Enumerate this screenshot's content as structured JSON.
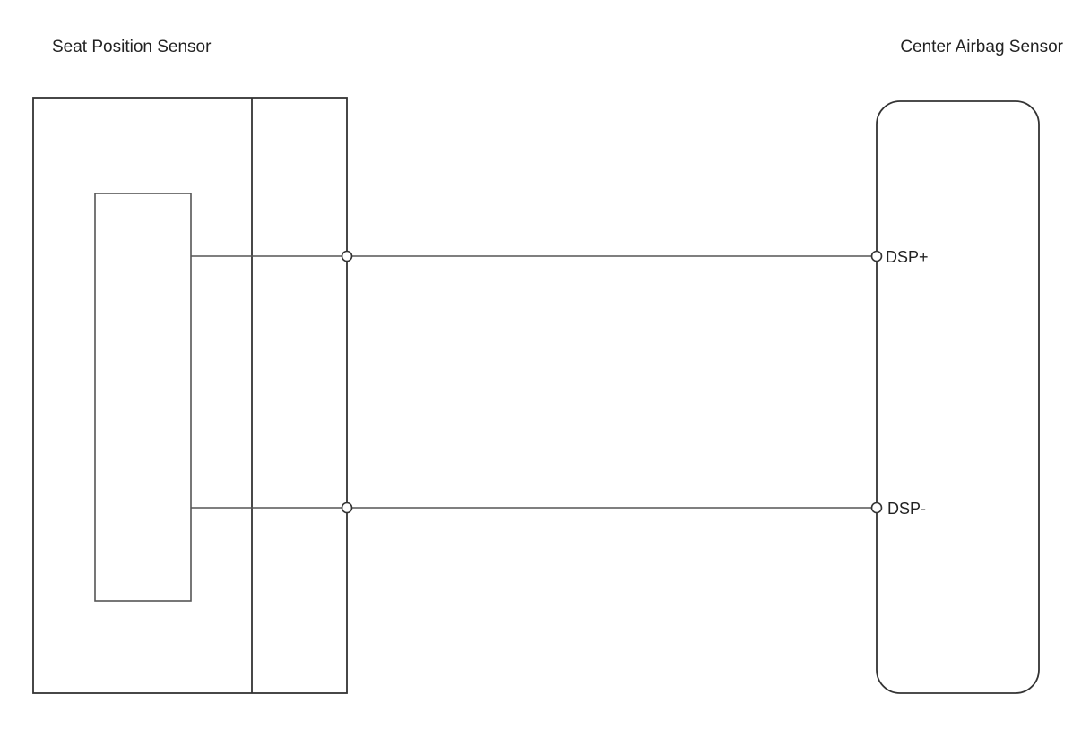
{
  "components": {
    "seat_position_sensor": {
      "label": "Seat Position Sensor"
    },
    "center_airbag_sensor": {
      "label": "Center Airbag Sensor",
      "pins": [
        {
          "label": "DSP+"
        },
        {
          "label": "DSP-"
        }
      ]
    }
  },
  "colors": {
    "line": "#333333",
    "background": "#ffffff"
  }
}
